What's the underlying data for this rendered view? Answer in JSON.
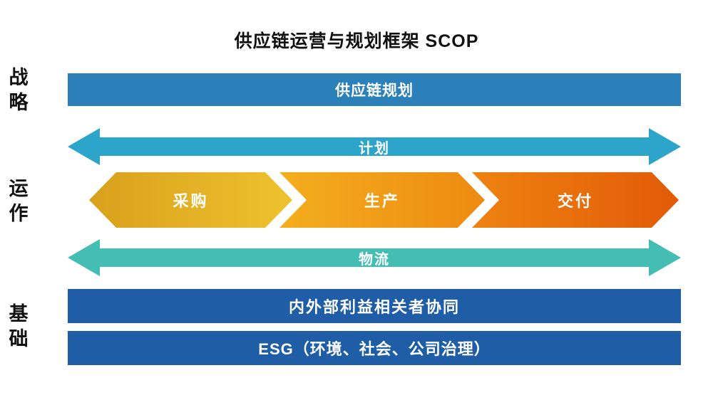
{
  "title": "供应链运营与规划框架 SCOP",
  "side_labels": {
    "strategy": "战略",
    "operations": "运作",
    "foundation": "基础"
  },
  "bars": {
    "planning": {
      "label": "供应链规划",
      "color": "#2b80ba"
    },
    "plan_arrow": {
      "label": "计划",
      "color": "#2da5cb"
    },
    "logistics_arrow": {
      "label": "物流",
      "color": "#44bdb3"
    },
    "stakeholder": {
      "label": "内外部利益相关者协同",
      "color": "#1f5da7"
    },
    "esg": {
      "label": "ESG（环境、社会、公司治理）",
      "color": "#1f5da7"
    }
  },
  "chevrons": [
    {
      "label": "采购",
      "color_from": "#d9a01c",
      "color_to": "#eec22f"
    },
    {
      "label": "生产",
      "color_from": "#f3ae1d",
      "color_to": "#ee8a12"
    },
    {
      "label": "交付",
      "color_from": "#ee8311",
      "color_to": "#e25a08"
    }
  ]
}
